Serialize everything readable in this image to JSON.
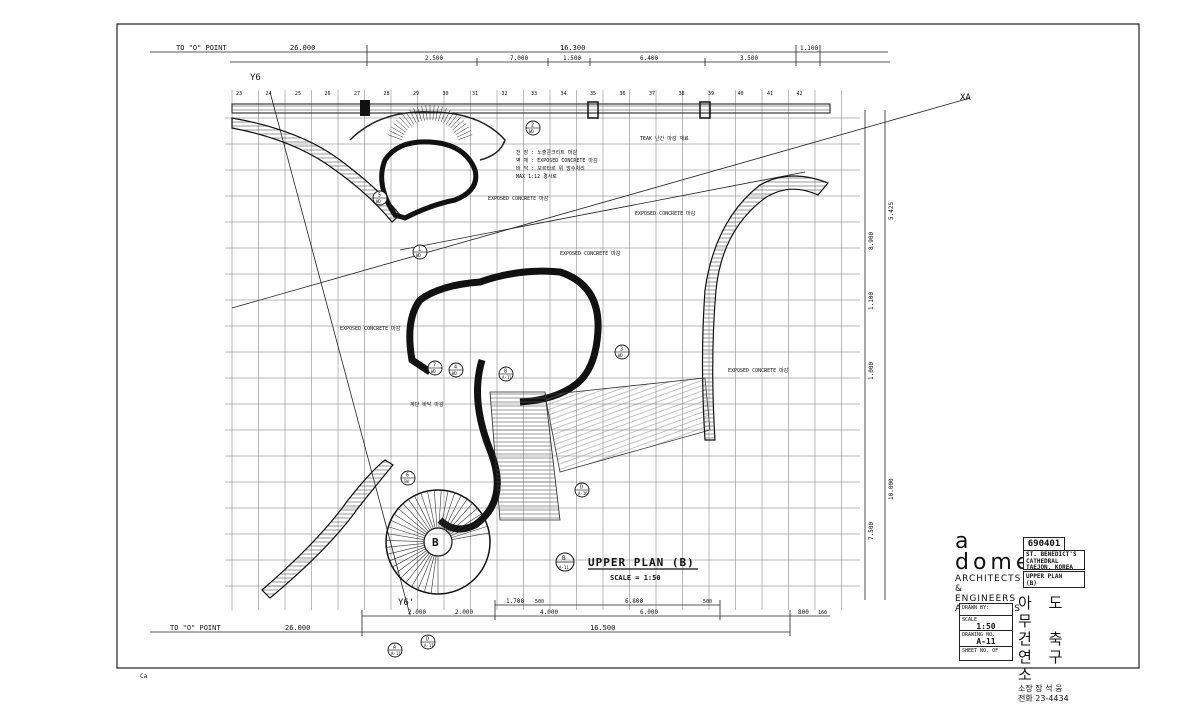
{
  "drawing": {
    "title": "UPPER PLAN (B)",
    "scale": "SCALE = 1:50",
    "detail_marker": {
      "number": "B",
      "sheet": "A-11"
    },
    "top_reference": "TO \"O\" POINT",
    "bottom_reference": "TO \"O\" POINT",
    "top_dims": [
      "26.000",
      "16.300",
      "2.500",
      "7.000",
      "1.500",
      "6.400",
      "3.500",
      "1.100"
    ],
    "bottom_dims": [
      "2.000",
      "2.000",
      "1.700",
      "500",
      "4.000",
      "6.800",
      "6.000",
      "500",
      "26.000",
      "16.500",
      "800",
      "160"
    ],
    "right_dims": [
      "5.425",
      "8.900",
      "1.100",
      "1.000",
      "10.000",
      "7.500"
    ],
    "axis_labels": [
      "Y6",
      "Y6'",
      "XA"
    ],
    "grid_numbers": [
      "23",
      "24",
      "25",
      "26",
      "27",
      "28",
      "29",
      "30",
      "31",
      "32",
      "33",
      "34",
      "35",
      "36",
      "37",
      "38",
      "39",
      "40",
      "41",
      "42"
    ],
    "notes": {
      "exposed_concrete_1": "EXPOSED CONCRETE 마감",
      "exposed_concrete_2": "EXPOSED CONCRETE 마감",
      "exposed_concrete_3": "EXPOSED CONCRETE 마감",
      "exposed_concrete_4": "EXPOSED CONCRETE 마감",
      "exposed_concrete_5": "EXPOSED CONCRETE 마감",
      "legend_lines": [
        "천 장 : 노출콘크리트 마감",
        "벽 체 : EXPOSED CONCRETE 마감",
        "바 닥 : 모르타르 위 방수처리",
        "MAX 1:12 경사로"
      ],
      "teak_note": "TEAK 난간 마감 재료",
      "stair_note": "계단 바닥 마감"
    },
    "section_marks": [
      {
        "n": "5",
        "s": "WD"
      },
      {
        "n": "1",
        "s": "WD"
      },
      {
        "n": "2",
        "s": "WD"
      },
      {
        "n": "3",
        "s": "WD"
      },
      {
        "n": "4",
        "s": "WD"
      },
      {
        "n": "6",
        "s": "SW"
      },
      {
        "n": "7",
        "s": "WD"
      },
      {
        "n": "8",
        "s": "A-11"
      },
      {
        "n": "D",
        "s": "A-16"
      },
      {
        "n": "A",
        "s": "A-11"
      },
      {
        "n": "D",
        "s": "A-11"
      }
    ],
    "stair_label": "B"
  },
  "title_block": {
    "firm_line1": "a",
    "firm_line2": "dome",
    "firm_line3": "ARCHITECTS",
    "firm_line4": "&",
    "firm_line5": "ENGINEERS",
    "firm_line6": "ASSOCIATES",
    "project_no": "690401",
    "project_name": [
      "ST. BENEDICT'S",
      "CATHEDRAL",
      "TAEJON, KOREA"
    ],
    "drawing_name": [
      "UPPER PLAN",
      "(B)"
    ],
    "korean_line1": "아 도 무",
    "korean_line2": "건 축",
    "korean_line3": "연 구 소",
    "korean_line4": "소장 장 석 웅",
    "korean_line5": "전화 23-4434",
    "drawn_by_label": "DRAWN BY:",
    "scale_label": "SCALE",
    "scale_value": "1:50",
    "drawing_no_label": "DRAWING NO.",
    "drawing_no": "A-11",
    "sheet_label": "SHEET NO.",
    "sheet_of": "OF"
  },
  "margin_note": "Ca"
}
